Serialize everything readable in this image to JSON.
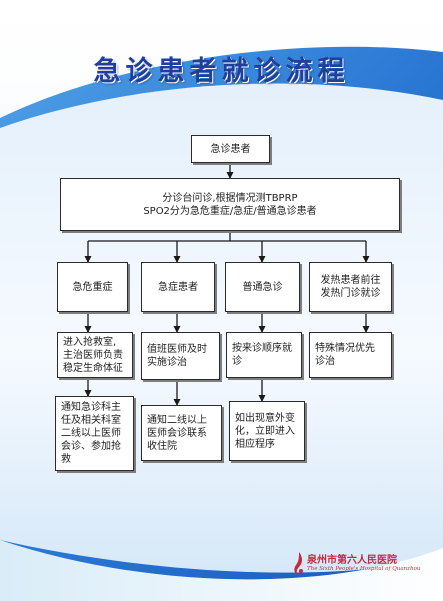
{
  "title": "急诊患者就诊流程",
  "colors": {
    "title": "#1f3f9f",
    "background_top": "#ffffff",
    "background_blue": "#1e63c8",
    "arrow": "#1a1a1a",
    "logo": "#c8283c"
  },
  "flow": {
    "start": "急诊患者",
    "triage": "分诊台问诊,根据情况测TBPRP\nSPO2分为急危重症/急症/普通急诊患者",
    "columns": [
      {
        "category": "急危重症",
        "step1": "进入抢救室,\n主治医师负责\n稳定生命体征",
        "step2": "通知急诊科主\n任及相关科室\n二线以上医师\n会诊、参加抢\n救"
      },
      {
        "category": "急症患者",
        "step1": "值班医师及时\n实施诊治",
        "step2": "通知二线以上\n医师会诊联系\n收住院"
      },
      {
        "category": "普通急诊",
        "step1": "按来诊顺序就\n诊",
        "step2": "如出现意外变\n化，立即进入\n相应程序"
      },
      {
        "category": "发热患者前往\n发热门诊就诊",
        "step1": "特殊情况优先\n诊治"
      }
    ]
  },
  "logo": {
    "icon": "hospital-logo-icon",
    "name_cn": "泉州市第六人民医院",
    "name_en": "The Sixth People's Hospital of Quanzhou"
  }
}
